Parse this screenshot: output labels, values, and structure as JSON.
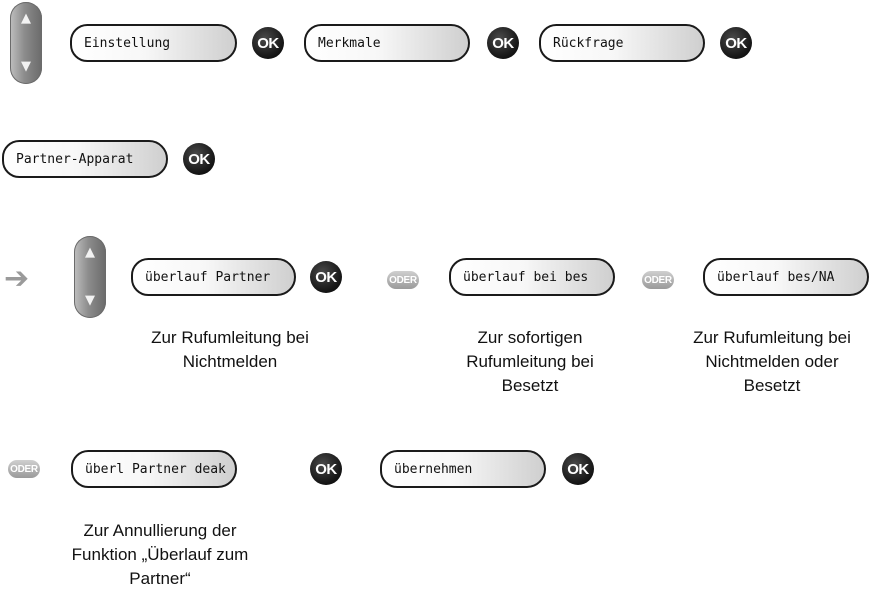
{
  "navigator": {
    "up": "▲",
    "down": "▼"
  },
  "arrow": "➔",
  "ok_label": "OK",
  "oder_label": "ODER",
  "row1": {
    "keys": [
      "Einstellung",
      "Merkmale",
      "Rückfrage"
    ]
  },
  "row2": {
    "keys": [
      "Partner-Apparat"
    ]
  },
  "row3": {
    "keys": [
      "überlauf Partner",
      "überlauf bei bes",
      "überlauf bes/NA"
    ],
    "descriptions": [
      "Zur Rufumleitung bei\nNichtmelden",
      "Zur sofortigen\nRufumleitung bei\nBesetzt",
      "Zur Rufumleitung bei\nNichtmelden oder\nBesetzt"
    ]
  },
  "row4": {
    "keys": [
      "überl Partner deak",
      "übernehmen"
    ],
    "descriptions": [
      "Zur Annullierung der\nFunktion „Überlauf zum\nPartner“"
    ]
  }
}
